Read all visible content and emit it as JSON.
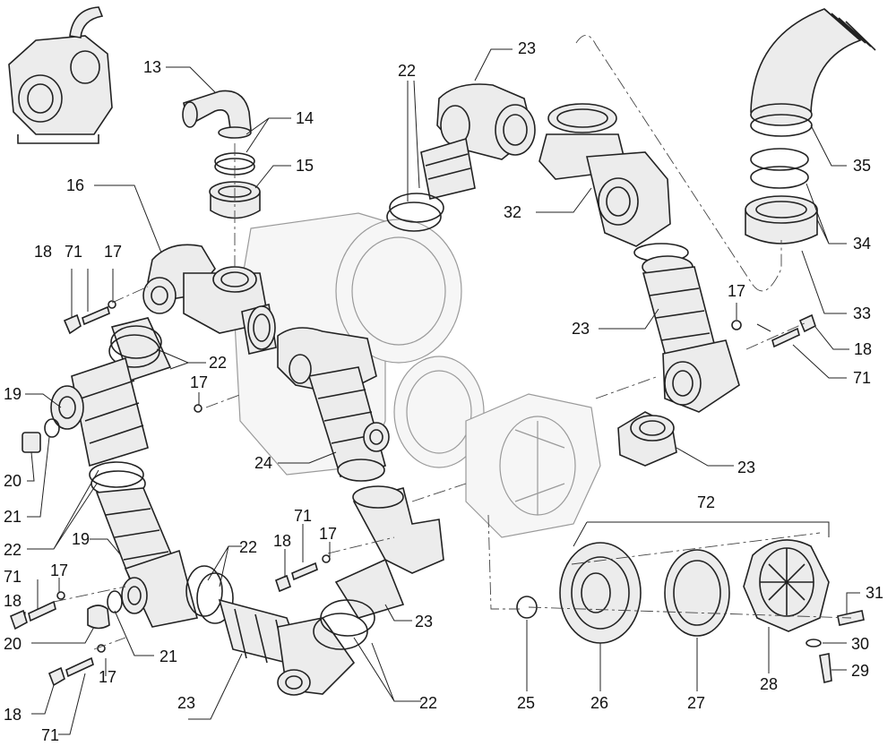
{
  "labels": {
    "l13": "13",
    "l14": "14",
    "l15": "15",
    "l16": "16",
    "l18a": "18",
    "l71a": "71",
    "l17a": "17",
    "l22a": "22",
    "l23a": "23",
    "l32": "32",
    "l35": "35",
    "l34": "34",
    "l33": "33",
    "l17b": "17",
    "l23b": "23",
    "l18b": "18",
    "l71b": "71",
    "l22b": "22",
    "l17c": "17",
    "l19a": "19",
    "l24": "24",
    "l23c": "23",
    "l20a": "20",
    "l21a": "21",
    "l22c": "22",
    "l72": "72",
    "l19b": "19",
    "l22d": "22",
    "l71c": "71",
    "l17d": "17",
    "l18c": "18",
    "l71d": "71",
    "l17e": "17",
    "l18d": "18",
    "l20b": "20",
    "l21b": "21",
    "l23d": "23",
    "l31": "31",
    "l30": "30",
    "l29": "29",
    "l28": "28",
    "l17f": "17",
    "l18e": "18",
    "l71e": "71",
    "l23e": "23",
    "l22e": "22",
    "l25": "25",
    "l26": "26",
    "l27": "27"
  }
}
